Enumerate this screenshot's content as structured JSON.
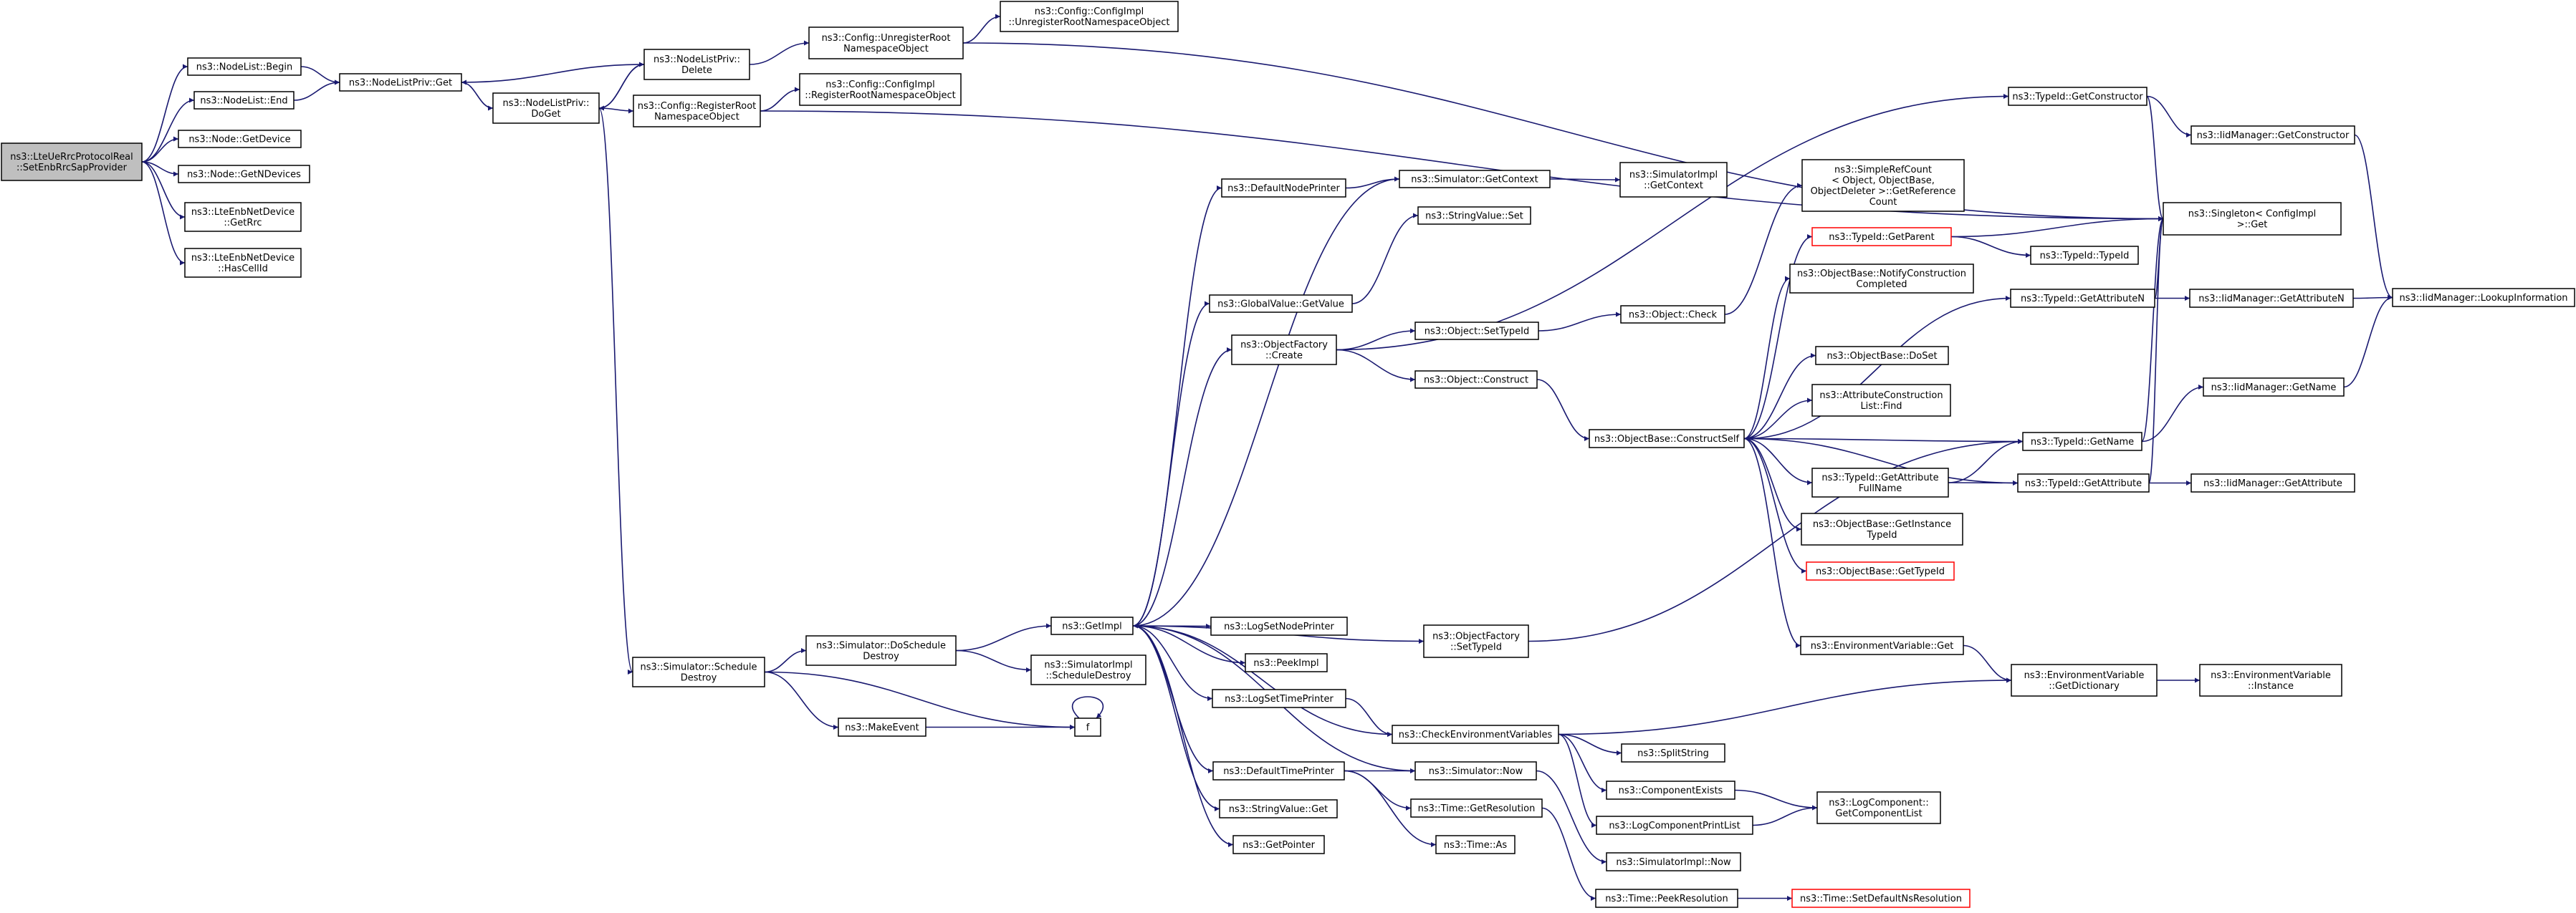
{
  "diagram": {
    "title": "",
    "edge_color": "#191970",
    "node_border_color": "#000000",
    "highlight_border_color": "#ff0000",
    "root_fill": "#bfbfbf",
    "nodes": [
      {
        "id": "root",
        "lines": [
          "ns3::LteUeRrcProtocolReal",
          "::SetEnbRrcSapProvider"
        ],
        "style": "root"
      },
      {
        "id": "nl_begin",
        "lines": [
          "ns3::NodeList::Begin"
        ]
      },
      {
        "id": "nl_end",
        "lines": [
          "ns3::NodeList::End"
        ]
      },
      {
        "id": "node_getdevice",
        "lines": [
          "ns3::Node::GetDevice"
        ]
      },
      {
        "id": "node_getndevices",
        "lines": [
          "ns3::Node::GetNDevices"
        ]
      },
      {
        "id": "enb_getrrc",
        "lines": [
          "ns3::LteEnbNetDevice",
          "::GetRrc"
        ]
      },
      {
        "id": "enb_hascellid",
        "lines": [
          "ns3::LteEnbNetDevice",
          "::HasCellId"
        ]
      },
      {
        "id": "nlp_get",
        "lines": [
          "ns3::NodeListPriv::Get"
        ]
      },
      {
        "id": "nlp_delete",
        "lines": [
          "ns3::NodeListPriv::",
          "Delete"
        ]
      },
      {
        "id": "nlp_doget",
        "lines": [
          "ns3::NodeListPriv::",
          "DoGet"
        ]
      },
      {
        "id": "cfg_unreg",
        "lines": [
          "ns3::Config::UnregisterRoot",
          "NamespaceObject"
        ]
      },
      {
        "id": "cfgimpl_unreg",
        "lines": [
          "ns3::Config::ConfigImpl",
          "::UnregisterRootNamespaceObject"
        ]
      },
      {
        "id": "cfg_reg",
        "lines": [
          "ns3::Config::RegisterRoot",
          "NamespaceObject"
        ]
      },
      {
        "id": "cfgimpl_reg",
        "lines": [
          "ns3::Config::ConfigImpl",
          "::RegisterRootNamespaceObject"
        ]
      },
      {
        "id": "sim_schedule_destroy",
        "lines": [
          "ns3::Simulator::Schedule",
          "Destroy"
        ]
      },
      {
        "id": "sim_doschedule_destroy",
        "lines": [
          "ns3::Simulator::DoSchedule",
          "Destroy"
        ]
      },
      {
        "id": "makeevent",
        "lines": [
          "ns3::MakeEvent"
        ]
      },
      {
        "id": "f",
        "lines": [
          "f"
        ]
      },
      {
        "id": "getimpl",
        "lines": [
          "ns3::GetImpl"
        ]
      },
      {
        "id": "simimpl_scheddestroy",
        "lines": [
          "ns3::SimulatorImpl",
          "::ScheduleDestroy"
        ]
      },
      {
        "id": "defaultnodeprinter",
        "lines": [
          "ns3::DefaultNodePrinter"
        ]
      },
      {
        "id": "sim_getcontext",
        "lines": [
          "ns3::Simulator::GetContext"
        ]
      },
      {
        "id": "simimpl_getcontext",
        "lines": [
          "ns3::SimulatorImpl",
          "::GetContext"
        ]
      },
      {
        "id": "stringvalue_set",
        "lines": [
          "ns3::StringValue::Set"
        ]
      },
      {
        "id": "globalvalue_getvalue",
        "lines": [
          "ns3::GlobalValue::GetValue"
        ]
      },
      {
        "id": "objfactory_create",
        "lines": [
          "ns3::ObjectFactory",
          "::Create"
        ]
      },
      {
        "id": "object_settypeid",
        "lines": [
          "ns3::Object::SetTypeId"
        ]
      },
      {
        "id": "object_check",
        "lines": [
          "ns3::Object::Check"
        ]
      },
      {
        "id": "object_construct",
        "lines": [
          "ns3::Object::Construct"
        ]
      },
      {
        "id": "objbase_constructself",
        "lines": [
          "ns3::ObjectBase::ConstructSelf"
        ]
      },
      {
        "id": "simplerefcount",
        "lines": [
          "ns3::SimpleRefCount",
          "< Object, ObjectBase,",
          "ObjectDeleter >::GetReference",
          "Count"
        ]
      },
      {
        "id": "typeid_getparent",
        "lines": [
          "ns3::TypeId::GetParent"
        ],
        "style": "red"
      },
      {
        "id": "typeid_typeid",
        "lines": [
          "ns3::TypeId::TypeId"
        ]
      },
      {
        "id": "objbase_notify",
        "lines": [
          "ns3::ObjectBase::NotifyConstruction",
          "Completed"
        ]
      },
      {
        "id": "objbase_doset",
        "lines": [
          "ns3::ObjectBase::DoSet"
        ]
      },
      {
        "id": "attrconslist_find",
        "lines": [
          "ns3::AttributeConstruction",
          "List::Find"
        ]
      },
      {
        "id": "typeid_getattrfullname",
        "lines": [
          "ns3::TypeId::GetAttribute",
          "FullName"
        ]
      },
      {
        "id": "objbase_getinstancetypeid",
        "lines": [
          "ns3::ObjectBase::GetInstance",
          "TypeId"
        ]
      },
      {
        "id": "objbase_gettypeid",
        "lines": [
          "ns3::ObjectBase::GetTypeId"
        ],
        "style": "red"
      },
      {
        "id": "envvar_get",
        "lines": [
          "ns3::EnvironmentVariable::Get"
        ]
      },
      {
        "id": "typeid_getconstructor",
        "lines": [
          "ns3::TypeId::GetConstructor"
        ]
      },
      {
        "id": "iidmgr_getconstructor",
        "lines": [
          "ns3::IidManager::GetConstructor"
        ]
      },
      {
        "id": "singleton_get",
        "lines": [
          "ns3::Singleton< ConfigImpl",
          " >::Get"
        ]
      },
      {
        "id": "typeid_getattributen",
        "lines": [
          "ns3::TypeId::GetAttributeN"
        ]
      },
      {
        "id": "iidmgr_getattributen",
        "lines": [
          "ns3::IidManager::GetAttributeN"
        ]
      },
      {
        "id": "iidmgr_lookupinfo",
        "lines": [
          "ns3::IidManager::LookupInformation"
        ]
      },
      {
        "id": "typeid_getname",
        "lines": [
          "ns3::TypeId::GetName"
        ]
      },
      {
        "id": "iidmgr_getname",
        "lines": [
          "ns3::IidManager::GetName"
        ]
      },
      {
        "id": "typeid_getattribute",
        "lines": [
          "ns3::TypeId::GetAttribute"
        ]
      },
      {
        "id": "iidmgr_getattribute",
        "lines": [
          "ns3::IidManager::GetAttribute"
        ]
      },
      {
        "id": "logsetnodeprinter",
        "lines": [
          "ns3::LogSetNodePrinter"
        ]
      },
      {
        "id": "peekimpl",
        "lines": [
          "ns3::PeekImpl"
        ]
      },
      {
        "id": "logsettimeprinter",
        "lines": [
          "ns3::LogSetTimePrinter"
        ]
      },
      {
        "id": "objfactory_settypeid",
        "lines": [
          "ns3::ObjectFactory",
          "::SetTypeId"
        ]
      },
      {
        "id": "checkenvvars",
        "lines": [
          "ns3::CheckEnvironmentVariables"
        ]
      },
      {
        "id": "envvar_getdict",
        "lines": [
          "ns3::EnvironmentVariable",
          "::GetDictionary"
        ]
      },
      {
        "id": "envvar_instance",
        "lines": [
          "ns3::EnvironmentVariable",
          "::Instance"
        ]
      },
      {
        "id": "splitstring",
        "lines": [
          "ns3::SplitString"
        ]
      },
      {
        "id": "componentexists",
        "lines": [
          "ns3::ComponentExists"
        ]
      },
      {
        "id": "logcomp_getlist",
        "lines": [
          "ns3::LogComponent::",
          "GetComponentList"
        ]
      },
      {
        "id": "logcompprintlist",
        "lines": [
          "ns3::LogComponentPrintList"
        ]
      },
      {
        "id": "defaulttimeprinter",
        "lines": [
          "ns3::DefaultTimePrinter"
        ]
      },
      {
        "id": "sim_now",
        "lines": [
          "ns3::Simulator::Now"
        ]
      },
      {
        "id": "time_getresolution",
        "lines": [
          "ns3::Time::GetResolution"
        ]
      },
      {
        "id": "time_as",
        "lines": [
          "ns3::Time::As"
        ]
      },
      {
        "id": "simimpl_now",
        "lines": [
          "ns3::SimulatorImpl::Now"
        ]
      },
      {
        "id": "stringvalue_get",
        "lines": [
          "ns3::StringValue::Get"
        ]
      },
      {
        "id": "getpointer",
        "lines": [
          "ns3::GetPointer"
        ]
      },
      {
        "id": "time_peekresolution",
        "lines": [
          "ns3::Time::PeekResolution"
        ]
      },
      {
        "id": "time_setdefaultns",
        "lines": [
          "ns3::Time::SetDefaultNsResolution"
        ],
        "style": "red"
      }
    ],
    "edges": [
      [
        "root",
        "nl_begin"
      ],
      [
        "root",
        "nl_end"
      ],
      [
        "root",
        "node_getdevice"
      ],
      [
        "root",
        "node_getndevices"
      ],
      [
        "root",
        "enb_getrrc"
      ],
      [
        "root",
        "enb_hascellid"
      ],
      [
        "nl_begin",
        "nlp_get"
      ],
      [
        "nl_end",
        "nlp_get"
      ],
      [
        "nlp_get",
        "nlp_doget"
      ],
      [
        "nlp_delete",
        "nlp_get"
      ],
      [
        "nlp_doget",
        "nlp_delete"
      ],
      [
        "nlp_delete",
        "nlp_doget"
      ],
      [
        "nlp_delete",
        "cfg_unreg"
      ],
      [
        "cfg_unreg",
        "cfgimpl_unreg"
      ],
      [
        "cfg_unreg",
        "singleton_get"
      ],
      [
        "nlp_doget",
        "cfg_reg"
      ],
      [
        "cfg_reg",
        "cfgimpl_reg"
      ],
      [
        "cfg_reg",
        "singleton_get"
      ],
      [
        "nlp_doget",
        "sim_schedule_destroy"
      ],
      [
        "sim_schedule_destroy",
        "sim_doschedule_destroy"
      ],
      [
        "sim_schedule_destroy",
        "makeevent"
      ],
      [
        "sim_schedule_destroy",
        "f"
      ],
      [
        "makeevent",
        "f"
      ],
      [
        "f",
        "f"
      ],
      [
        "sim_doschedule_destroy",
        "getimpl"
      ],
      [
        "sim_doschedule_destroy",
        "simimpl_scheddestroy"
      ],
      [
        "getimpl",
        "defaultnodeprinter"
      ],
      [
        "getimpl",
        "globalvalue_getvalue"
      ],
      [
        "getimpl",
        "objfactory_create"
      ],
      [
        "getimpl",
        "logsetnodeprinter"
      ],
      [
        "getimpl",
        "peekimpl"
      ],
      [
        "getimpl",
        "logsettimeprinter"
      ],
      [
        "getimpl",
        "objfactory_settypeid"
      ],
      [
        "getimpl",
        "checkenvvars"
      ],
      [
        "getimpl",
        "defaulttimeprinter"
      ],
      [
        "getimpl",
        "sim_now"
      ],
      [
        "getimpl",
        "stringvalue_get"
      ],
      [
        "getimpl",
        "getpointer"
      ],
      [
        "defaultnodeprinter",
        "sim_getcontext"
      ],
      [
        "sim_getcontext",
        "simimpl_getcontext"
      ],
      [
        "sim_getcontext",
        "getimpl"
      ],
      [
        "globalvalue_getvalue",
        "stringvalue_set"
      ],
      [
        "objfactory_create",
        "object_settypeid"
      ],
      [
        "objfactory_create",
        "object_construct"
      ],
      [
        "objfactory_create",
        "typeid_getconstructor"
      ],
      [
        "object_settypeid",
        "object_check"
      ],
      [
        "object_construct",
        "objbase_constructself"
      ],
      [
        "object_check",
        "simplerefcount"
      ],
      [
        "objbase_constructself",
        "typeid_getparent"
      ],
      [
        "objbase_constructself",
        "objbase_notify"
      ],
      [
        "objbase_constructself",
        "objbase_doset"
      ],
      [
        "objbase_constructself",
        "attrconslist_find"
      ],
      [
        "objbase_constructself",
        "typeid_getattrfullname"
      ],
      [
        "objbase_constructself",
        "objbase_getinstancetypeid"
      ],
      [
        "objbase_constructself",
        "objbase_gettypeid"
      ],
      [
        "objbase_constructself",
        "envvar_get"
      ],
      [
        "objbase_constructself",
        "typeid_getattributen"
      ],
      [
        "objbase_constructself",
        "typeid_getname"
      ],
      [
        "objbase_constructself",
        "typeid_getattribute"
      ],
      [
        "typeid_getparent",
        "typeid_typeid"
      ],
      [
        "typeid_getparent",
        "singleton_get"
      ],
      [
        "typeid_getconstructor",
        "iidmgr_getconstructor"
      ],
      [
        "typeid_getconstructor",
        "singleton_get"
      ],
      [
        "iidmgr_getconstructor",
        "iidmgr_lookupinfo"
      ],
      [
        "typeid_getattributen",
        "iidmgr_getattributen"
      ],
      [
        "typeid_getattributen",
        "singleton_get"
      ],
      [
        "iidmgr_getattributen",
        "iidmgr_lookupinfo"
      ],
      [
        "typeid_getname",
        "iidmgr_getname"
      ],
      [
        "typeid_getname",
        "singleton_get"
      ],
      [
        "iidmgr_getname",
        "iidmgr_lookupinfo"
      ],
      [
        "typeid_getattrfullname",
        "typeid_getname"
      ],
      [
        "typeid_getattrfullname",
        "typeid_getattribute"
      ],
      [
        "typeid_getattribute",
        "iidmgr_getattribute"
      ],
      [
        "typeid_getattribute",
        "singleton_get"
      ],
      [
        "envvar_get",
        "envvar_getdict"
      ],
      [
        "envvar_getdict",
        "envvar_instance"
      ],
      [
        "objfactory_settypeid",
        "typeid_getname"
      ],
      [
        "logsettimeprinter",
        "checkenvvars"
      ],
      [
        "checkenvvars",
        "envvar_getdict"
      ],
      [
        "checkenvvars",
        "splitstring"
      ],
      [
        "checkenvvars",
        "componentexists"
      ],
      [
        "checkenvvars",
        "logcompprintlist"
      ],
      [
        "componentexists",
        "logcomp_getlist"
      ],
      [
        "logcompprintlist",
        "logcomp_getlist"
      ],
      [
        "defaulttimeprinter",
        "sim_now"
      ],
      [
        "defaulttimeprinter",
        "time_getresolution"
      ],
      [
        "defaulttimeprinter",
        "time_as"
      ],
      [
        "sim_now",
        "simimpl_now"
      ],
      [
        "time_getresolution",
        "time_peekresolution"
      ],
      [
        "time_peekresolution",
        "time_setdefaultns"
      ]
    ]
  }
}
